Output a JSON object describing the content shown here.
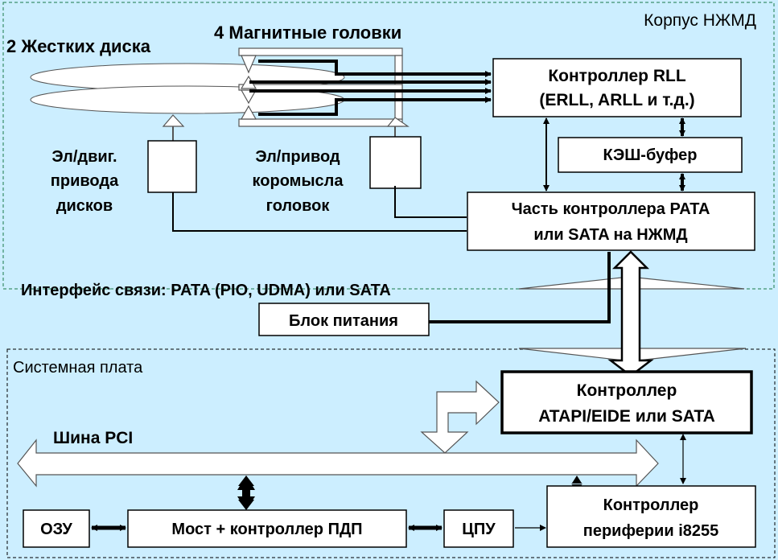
{
  "regions": {
    "hdd_case": "Корпус НЖМД",
    "motherboard": "Системная плата"
  },
  "labels": {
    "disks": "2 Жестких диска",
    "heads": "4 Магнитные головки",
    "spindle_motor": [
      "Эл/двиг.",
      "привода",
      "дисков"
    ],
    "head_actuator": [
      "Эл/привод",
      "коромысла",
      "головок"
    ],
    "interface": "Интерфейс связи: PATA (PIO, UDMA) или SATA",
    "pci_bus": "Шина PCI"
  },
  "blocks": {
    "rll_controller": [
      "Контроллер RLL",
      "(ERLL, ARLL и т.д.)"
    ],
    "cache_buffer": "КЭШ-буфер",
    "pata_part": [
      "Часть контроллера PATA",
      "или SATA на НЖМД"
    ],
    "power_supply": "Блок питания",
    "atapi_controller": [
      "Контроллер",
      "ATAPI/EIDE или SATA"
    ],
    "ram": "ОЗУ",
    "bridge": "Мост + контроллер ПДП",
    "cpu": "ЦПУ",
    "peripheral_controller": [
      "Контроллер",
      "периферии i8255"
    ]
  },
  "colors": {
    "background": "#cceeff",
    "case_border": "#1a7a4a",
    "board_border": "#000000"
  }
}
